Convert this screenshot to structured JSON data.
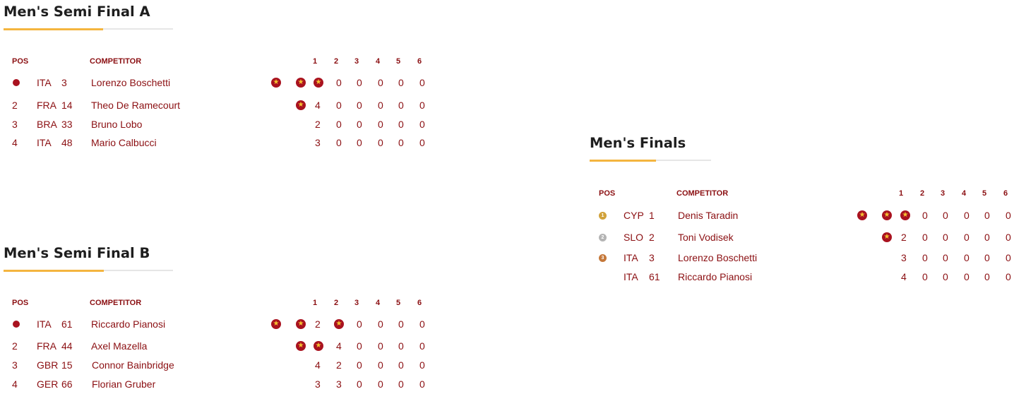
{
  "headers": {
    "pos": "POS",
    "competitor": "COMPETITOR",
    "rounds": [
      "1",
      "2",
      "3",
      "4",
      "5",
      "6"
    ]
  },
  "icons": {
    "star": "★"
  },
  "panels": [
    {
      "title": "Men's Semi Final A",
      "rows": [
        {
          "pos": "",
          "country": "ITA",
          "number": "3",
          "name": "Lorenzo Boschetti",
          "stars": [
            1
          ],
          "scores": [
            "0",
            "0",
            "0",
            "0",
            "0"
          ]
        },
        {
          "pos": "2",
          "country": "FRA",
          "number": "14",
          "name": "Theo De Ramecourt",
          "scores": [
            "4",
            "0",
            "0",
            "0",
            "0",
            "0"
          ]
        },
        {
          "pos": "3",
          "country": "BRA",
          "number": "33",
          "name": "Bruno Lobo",
          "scores": [
            "2",
            "0",
            "0",
            "0",
            "0",
            "0"
          ]
        },
        {
          "pos": "4",
          "country": "ITA",
          "number": "48",
          "name": "Mario Calbucci",
          "scores": [
            "3",
            "0",
            "0",
            "0",
            "0",
            "0"
          ]
        }
      ]
    },
    {
      "title": "Men's Semi Final B",
      "rows": [
        {
          "pos": "",
          "country": "ITA",
          "number": "61",
          "name": "Riccardo Pianosi",
          "scores": [
            "2",
            "0",
            "0",
            "0",
            "0"
          ]
        },
        {
          "pos": "2",
          "country": "FRA",
          "number": "44",
          "name": "Axel Mazella",
          "scores": [
            "4",
            "0",
            "0",
            "0",
            "0"
          ]
        },
        {
          "pos": "3",
          "country": "GBR",
          "number": "15",
          "name": "Connor Bainbridge",
          "scores": [
            "4",
            "2",
            "0",
            "0",
            "0",
            "0"
          ]
        },
        {
          "pos": "4",
          "country": "GER",
          "number": "66",
          "name": "Florian Gruber",
          "scores": [
            "3",
            "3",
            "0",
            "0",
            "0",
            "0"
          ]
        }
      ]
    },
    {
      "title": "Men's Finals",
      "rows": [
        {
          "pos": "",
          "medal": "1",
          "country": "CYP",
          "number": "1",
          "name": "Denis Taradin",
          "scores": [
            "0",
            "0",
            "0",
            "0",
            "0"
          ]
        },
        {
          "pos": "",
          "medal": "2",
          "country": "SLO",
          "number": "2",
          "name": "Toni Vodisek",
          "scores": [
            "2",
            "0",
            "0",
            "0",
            "0",
            "0"
          ]
        },
        {
          "pos": "",
          "medal": "3",
          "country": "ITA",
          "number": "3",
          "name": "Lorenzo Boschetti",
          "scores": [
            "3",
            "0",
            "0",
            "0",
            "0",
            "0"
          ]
        },
        {
          "pos": "",
          "country": "ITA",
          "number": "61",
          "name": "Riccardo Pianosi",
          "scores": [
            "4",
            "0",
            "0",
            "0",
            "0",
            "0"
          ]
        }
      ]
    }
  ]
}
